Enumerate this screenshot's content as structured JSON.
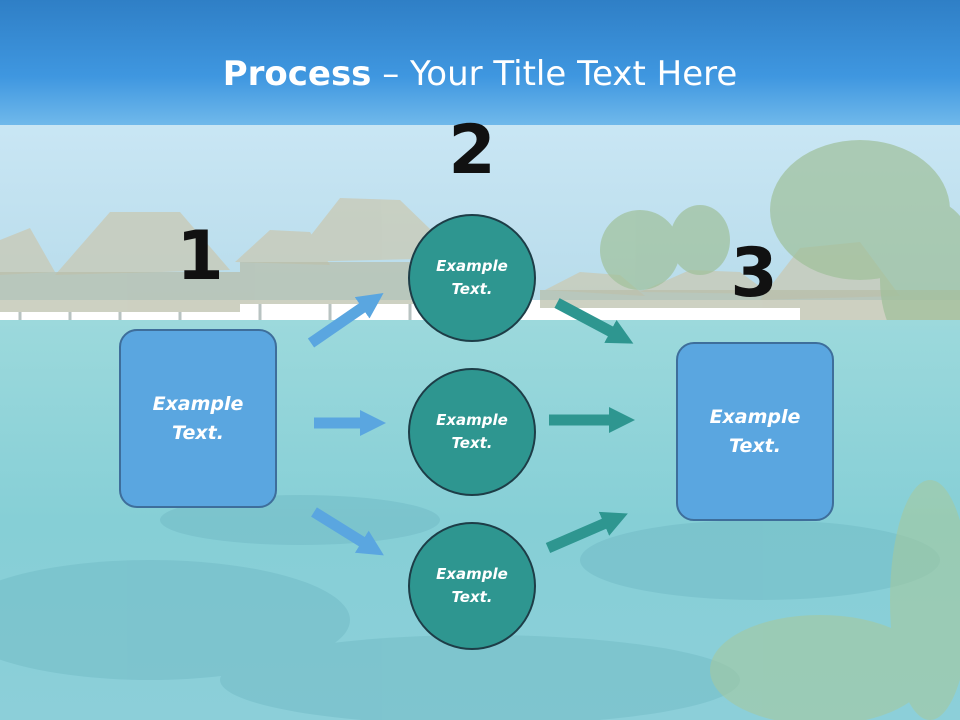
{
  "title": {
    "bold": "Process",
    "rest": " – Your Title Text Here"
  },
  "steps": [
    {
      "number": "1",
      "text": "Example Text."
    },
    {
      "number": "2",
      "circles": [
        "Example Text.",
        "Example Text.",
        "Example Text."
      ]
    },
    {
      "number": "3",
      "text": "Example Text."
    }
  ],
  "colors": {
    "box_fill": "#5aa6e0",
    "circle_fill": "#2e9690",
    "arrow_blue": "#5aa6e0",
    "arrow_teal": "#2e9690",
    "title_band": "#3a8fd6"
  }
}
